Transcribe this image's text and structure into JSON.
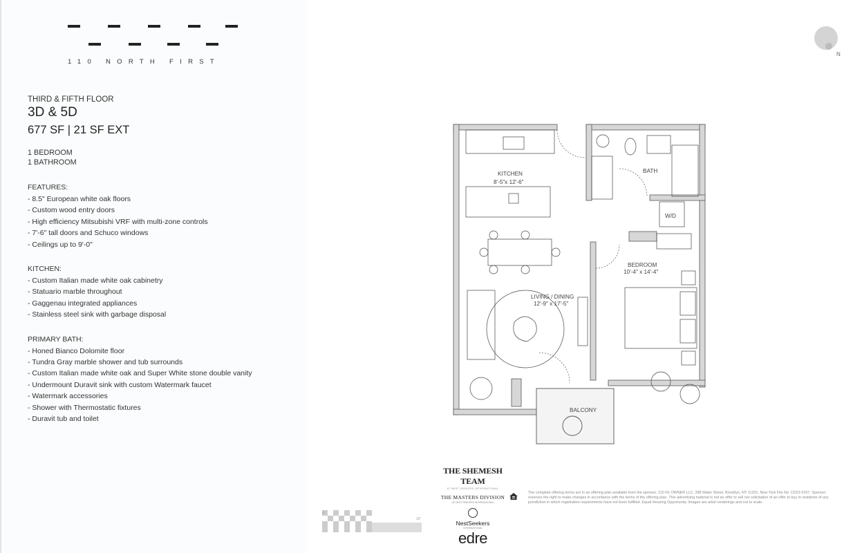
{
  "logo": {
    "text": "110 NORTH FIRST"
  },
  "unit": {
    "floor": "THIRD & FIFTH FLOOR",
    "name": "3D & 5D",
    "size": "677 SF | 21 SF EXT",
    "bedrooms": "1 BEDROOM",
    "bathrooms": "1 BATHROOM"
  },
  "features": {
    "title": "FEATURES:",
    "items": [
      "- 8.5\" European white oak floors",
      "- Custom wood entry doors",
      "- High efficiency Mitsubishi VRF with multi-zone controls",
      "- 7'-6\" tall doors and Schuco windows",
      "- Ceilings up to 9'-0\""
    ]
  },
  "kitchen": {
    "title": "KITCHEN:",
    "items": [
      "- Custom Italian made white oak cabinetry",
      "- Statuario marble throughout",
      "- Gaggenau integrated appliances",
      "- Stainless steel sink with garbage disposal"
    ]
  },
  "primary_bath": {
    "title": "PRIMARY BATH:",
    "items": [
      "- Honed Bianco Dolomite floor",
      "- Tundra Gray marble shower and tub surrounds",
      "- Custom Italian made white oak and Super White stone double vanity",
      "- Undermount Duravit sink with custom Watermark faucet",
      "- Watermark accessories",
      "- Shower with Thermostatic fixtures",
      "- Duravit tub and toilet"
    ]
  },
  "compass": {
    "label": "N"
  },
  "plan": {
    "kitchen": {
      "name": "KITCHEN",
      "dims": "8'-5\"x 12'-6\""
    },
    "bath": {
      "name": "BATH"
    },
    "wd": {
      "name": "W/D"
    },
    "bedroom": {
      "name": "BEDROOM",
      "dims": "10'-4\" x 14'-4\""
    },
    "living": {
      "name": "LIVING / DINING",
      "dims": "12'-9\" x 17'-5\""
    },
    "balcony": {
      "name": "BALCONY"
    }
  },
  "scale": {
    "start": "0'",
    "end": "10'"
  },
  "brands": {
    "shemesh": "THE SHEMESH TEAM",
    "shemesh_sub": "AT NEST SEEKERS INTERNATIONAL",
    "masters": "THE MASTERS DIVISION",
    "masters_sub": "OF NEST SEEKERS INTERNATIONAL",
    "nest": "NestSeekers",
    "nest_sub": "INTERNATIONAL",
    "edre": "edre"
  },
  "disclaimer": "The complete offering terms are in an offering plan available from the sponsor. 110 N1 OWNER LLC, 288 Water Street, Brooklyn, NY 11201. New York File No. CD22-0157. Sponsor reserves the right to make changes in accordance with the terms of the offering plan. This advertising material is not an offer to sell nor solicitation of an offer to buy to residents of any jurisdiction in which registration requirements have not been fulfilled. Equal Housing Opportunity. Images are artist renderings and not to scale."
}
